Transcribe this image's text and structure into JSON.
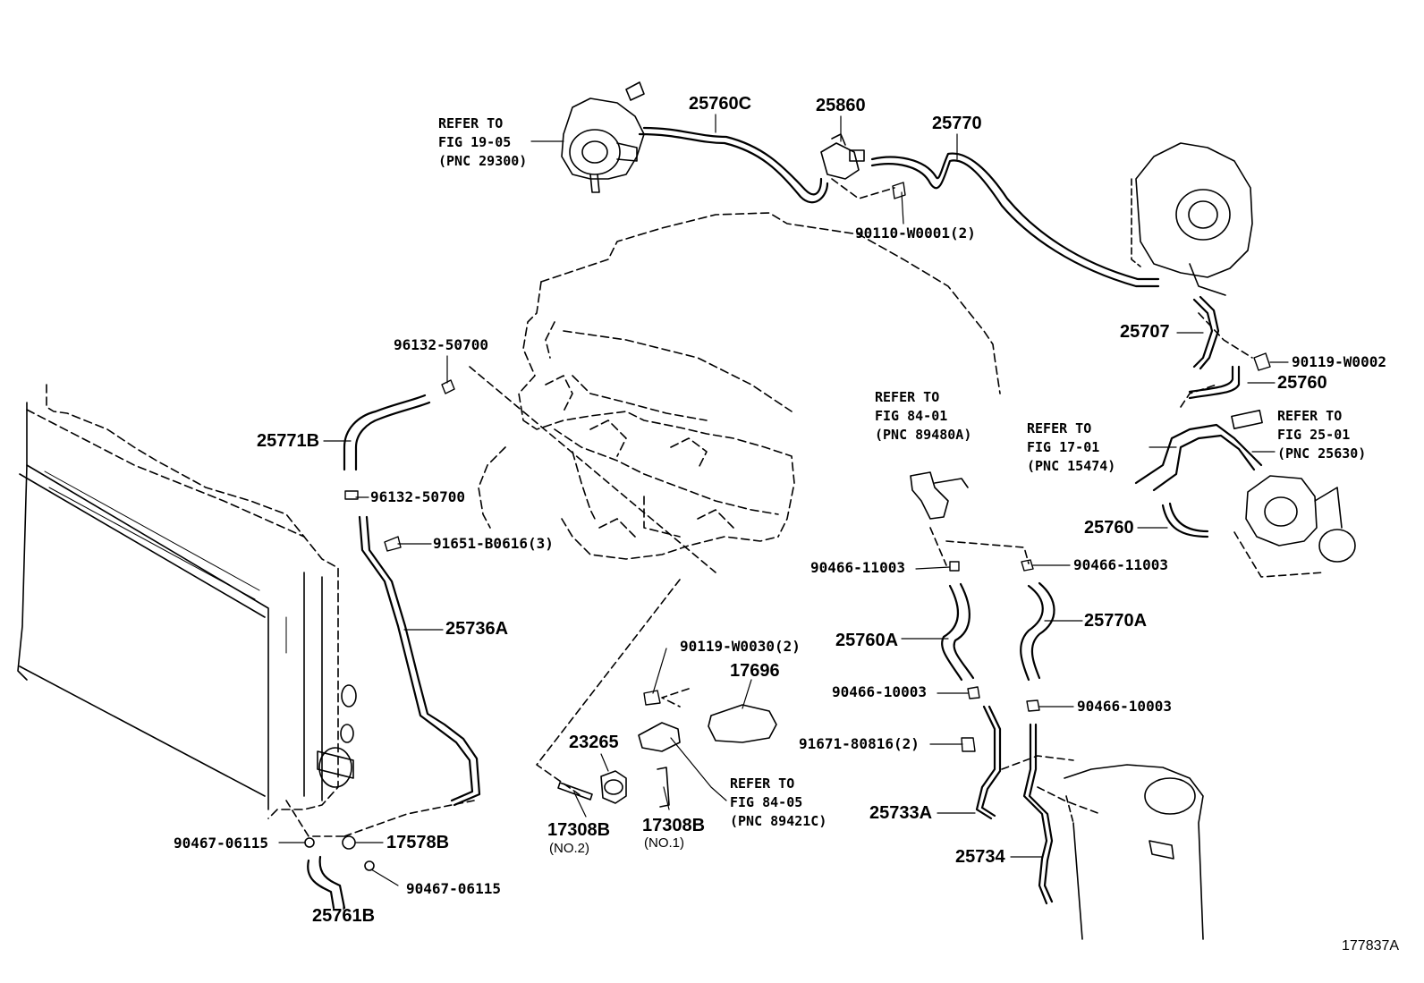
{
  "diagram_id": "177837A",
  "refs": {
    "fig_19_05": [
      "REFER TO",
      "FIG 19-05",
      "(PNC 29300)"
    ],
    "fig_84_01": [
      "REFER TO",
      "FIG 84-01",
      "(PNC 89480A)"
    ],
    "fig_17_01": [
      "REFER TO",
      "FIG 17-01",
      "(PNC 15474)"
    ],
    "fig_25_01": [
      "REFER TO",
      "FIG 25-01",
      "(PNC 25630)"
    ],
    "fig_84_05": [
      "REFER TO",
      "FIG 84-05",
      "(PNC 89421C)"
    ]
  },
  "parts": {
    "p25760C": "25760C",
    "p25860": "25860",
    "p25770": "25770",
    "p90110_W0001": "90110-W0001(2)",
    "p25707": "25707",
    "p90119_W0002": "90119-W0002",
    "p25760_upper": "25760",
    "p25760_lower": "25760",
    "p96132_top": "96132-50700",
    "p25771B": "25771B",
    "p96132_bottom": "96132-50700",
    "p91651": "91651-B0616(3)",
    "p25736A": "25736A",
    "p90466_11003_l": "90466-11003",
    "p90466_11003_r": "90466-11003",
    "p25760A": "25760A",
    "p25770A": "25770A",
    "p90466_10003_l": "90466-10003",
    "p90466_10003_r": "90466-10003",
    "p91671": "91671-80816(2)",
    "p25733A": "25733A",
    "p25734": "25734",
    "p90119_W0030": "90119-W0030(2)",
    "p17696": "17696",
    "p23265": "23265",
    "p17308B_no2": "17308B",
    "p17308B_no2_sub": "(NO.2)",
    "p17308B_no1": "17308B",
    "p17308B_no1_sub": "(NO.1)",
    "p90467_l": "90467-06115",
    "p17578B": "17578B",
    "p90467_r": "90467-06115",
    "p25761B": "25761B"
  }
}
